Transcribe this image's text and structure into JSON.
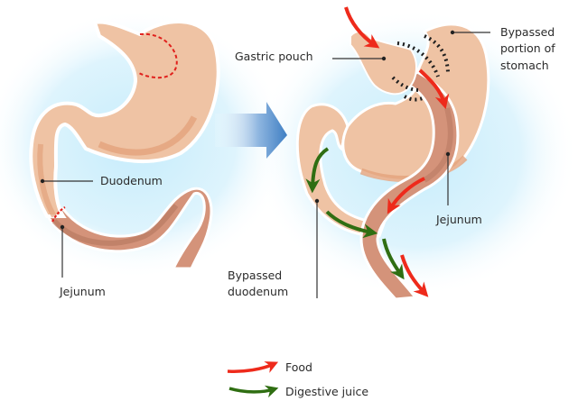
{
  "labels": {
    "duodenum": "Duodenum",
    "jejunum_left": "Jejunum",
    "gastric_pouch": "Gastric pouch",
    "bypassed_stomach_line1": "Bypassed",
    "bypassed_stomach_line2": "portion of",
    "bypassed_stomach_line3": "stomach",
    "jejunum_right": "Jejunum",
    "bypassed_duodenum_line1": "Bypassed",
    "bypassed_duodenum_line2": "duodenum"
  },
  "legend": {
    "items": [
      {
        "label": "Food",
        "color": "#ee2a1b"
      },
      {
        "label": "Digestive juice",
        "color": "#2f6e12"
      }
    ]
  },
  "colors": {
    "stomach": "#efc3a4",
    "stomach_shade": "#e3a27c",
    "intestine": "#d4937a",
    "intestine_shade": "#b97a62",
    "glow": "#cdeefb",
    "arrow": "#4a86c5",
    "cut_line": "#e0201c",
    "staple": "#1e1e1e"
  }
}
